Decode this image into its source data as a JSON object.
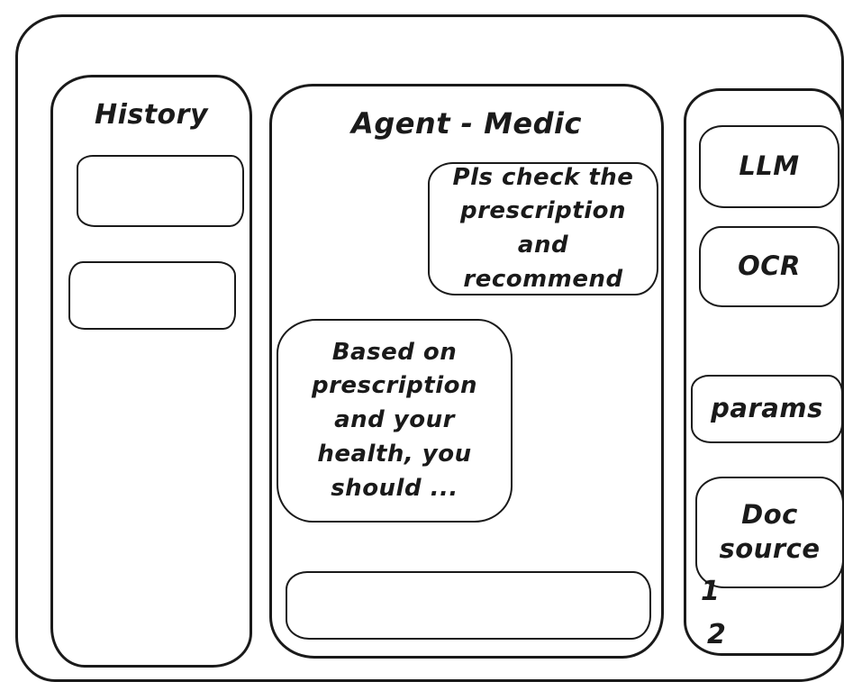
{
  "app": {
    "colors": {
      "ink": "#1a1a1a",
      "background": "#ffffff"
    },
    "history": {
      "title": "History",
      "items": [
        {
          "label": ""
        },
        {
          "label": ""
        }
      ]
    },
    "chat": {
      "title": "Agent - Medic",
      "messages": [
        {
          "role": "user",
          "text": "Pls check the prescription and recommend"
        },
        {
          "role": "assistant",
          "text": "Based on prescription and your health, you should ..."
        }
      ],
      "input": {
        "value": "",
        "placeholder": ""
      }
    },
    "tools": {
      "buttons": [
        {
          "label": "LLM"
        },
        {
          "label": "OCR"
        },
        {
          "label": "params"
        },
        {
          "label": "Doc source"
        }
      ],
      "annotations": [
        {
          "label": "1"
        },
        {
          "label": "2"
        }
      ]
    }
  }
}
